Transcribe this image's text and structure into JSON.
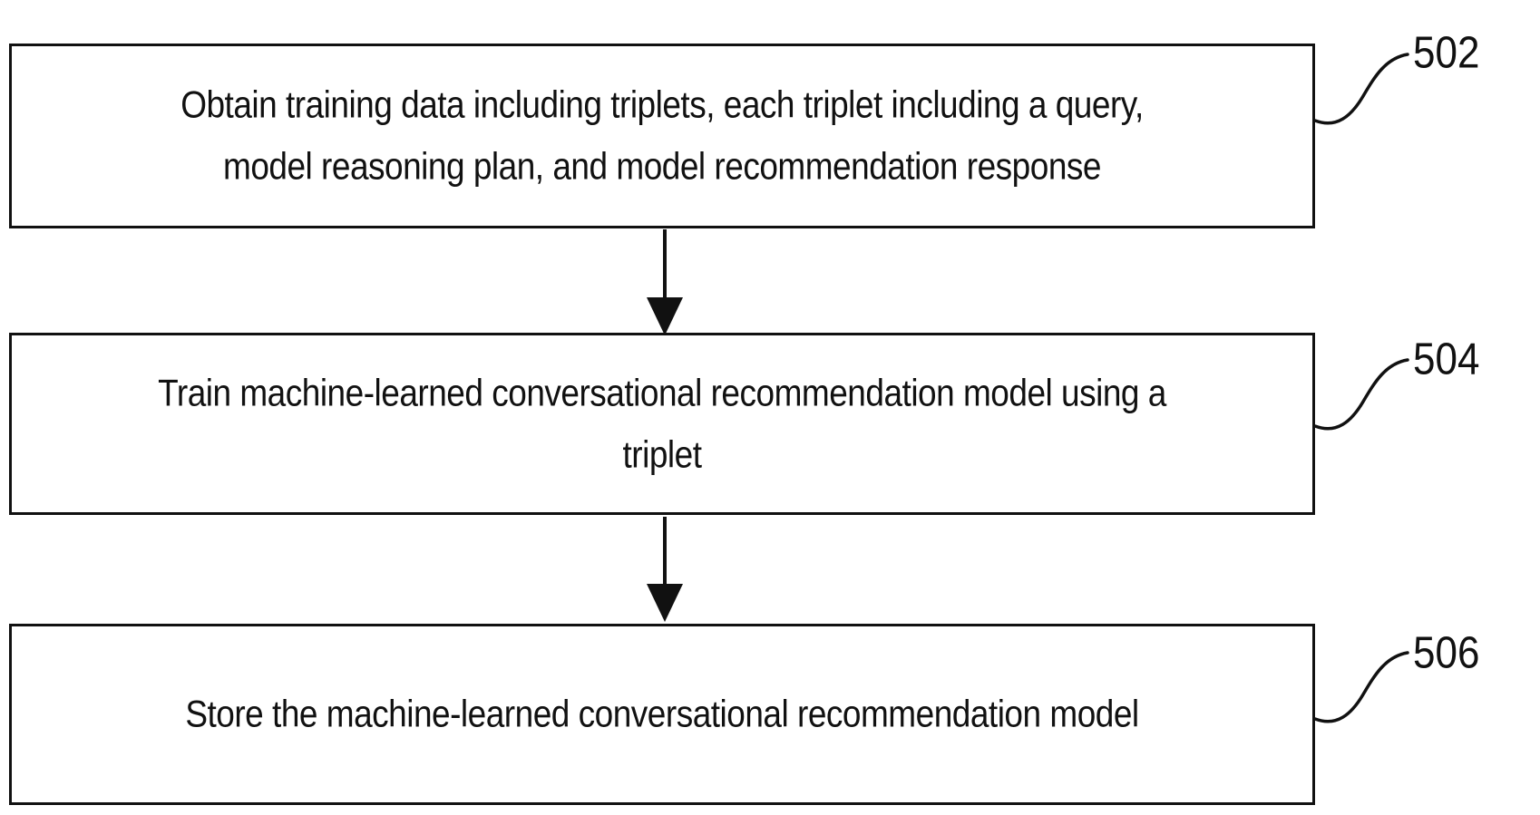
{
  "figure": {
    "type": "flowchart",
    "background_color": "#ffffff",
    "line_color": "#111111",
    "steps": [
      {
        "ref": "502",
        "lines": [
          "Obtain training data including triplets, each triplet including a query,",
          "model reasoning plan, and model recommendation response"
        ]
      },
      {
        "ref": "504",
        "lines": [
          "Train machine-learned conversational recommendation model using a",
          "triplet"
        ]
      },
      {
        "ref": "506",
        "lines": [
          "Store the machine-learned conversational recommendation model"
        ]
      }
    ],
    "connections": [
      {
        "from": "502",
        "to": "504",
        "style": "arrow-down"
      },
      {
        "from": "504",
        "to": "506",
        "style": "arrow-down"
      }
    ]
  }
}
